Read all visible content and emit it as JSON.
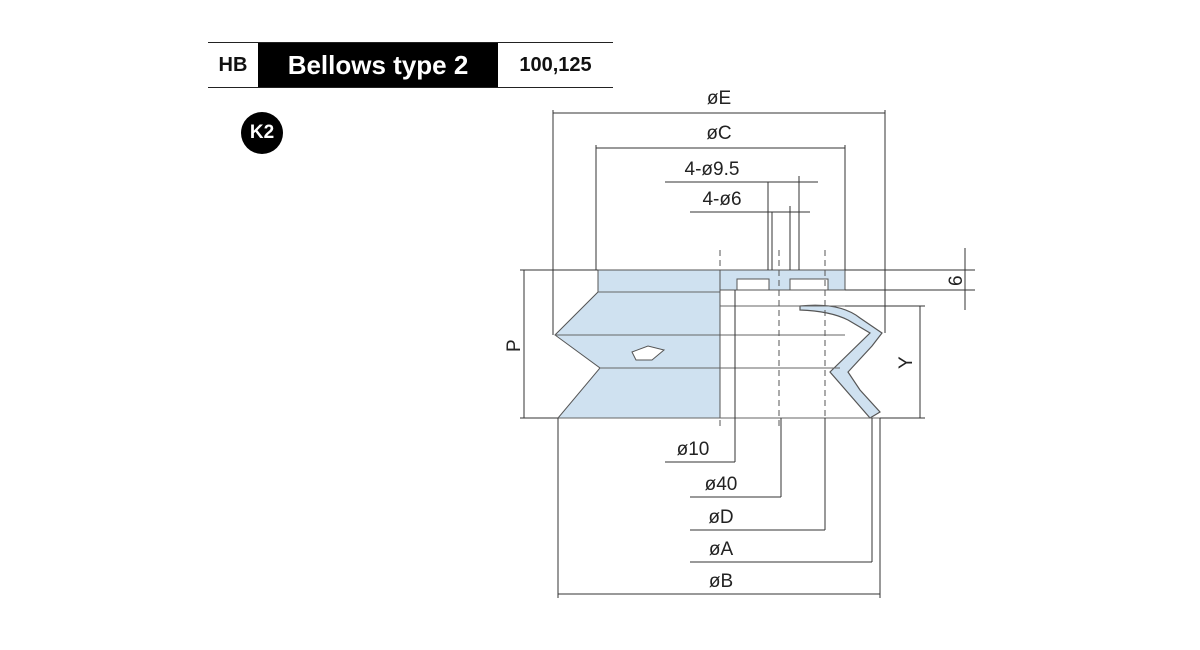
{
  "header": {
    "series": "HB",
    "title": "Bellows type 2",
    "sizes": "100,125"
  },
  "badge": "K2",
  "dimensions": {
    "E": "øE",
    "C": "øC",
    "hole_outer": "4-ø9.5",
    "hole_inner": "4-ø6",
    "thickness": "6",
    "P": "P",
    "Y": "Y",
    "d10": "ø10",
    "d40": "ø40",
    "D": "øD",
    "A": "øA",
    "B": "øB"
  },
  "colors": {
    "body_fill": "#cfe1f0",
    "line": "#333333"
  }
}
